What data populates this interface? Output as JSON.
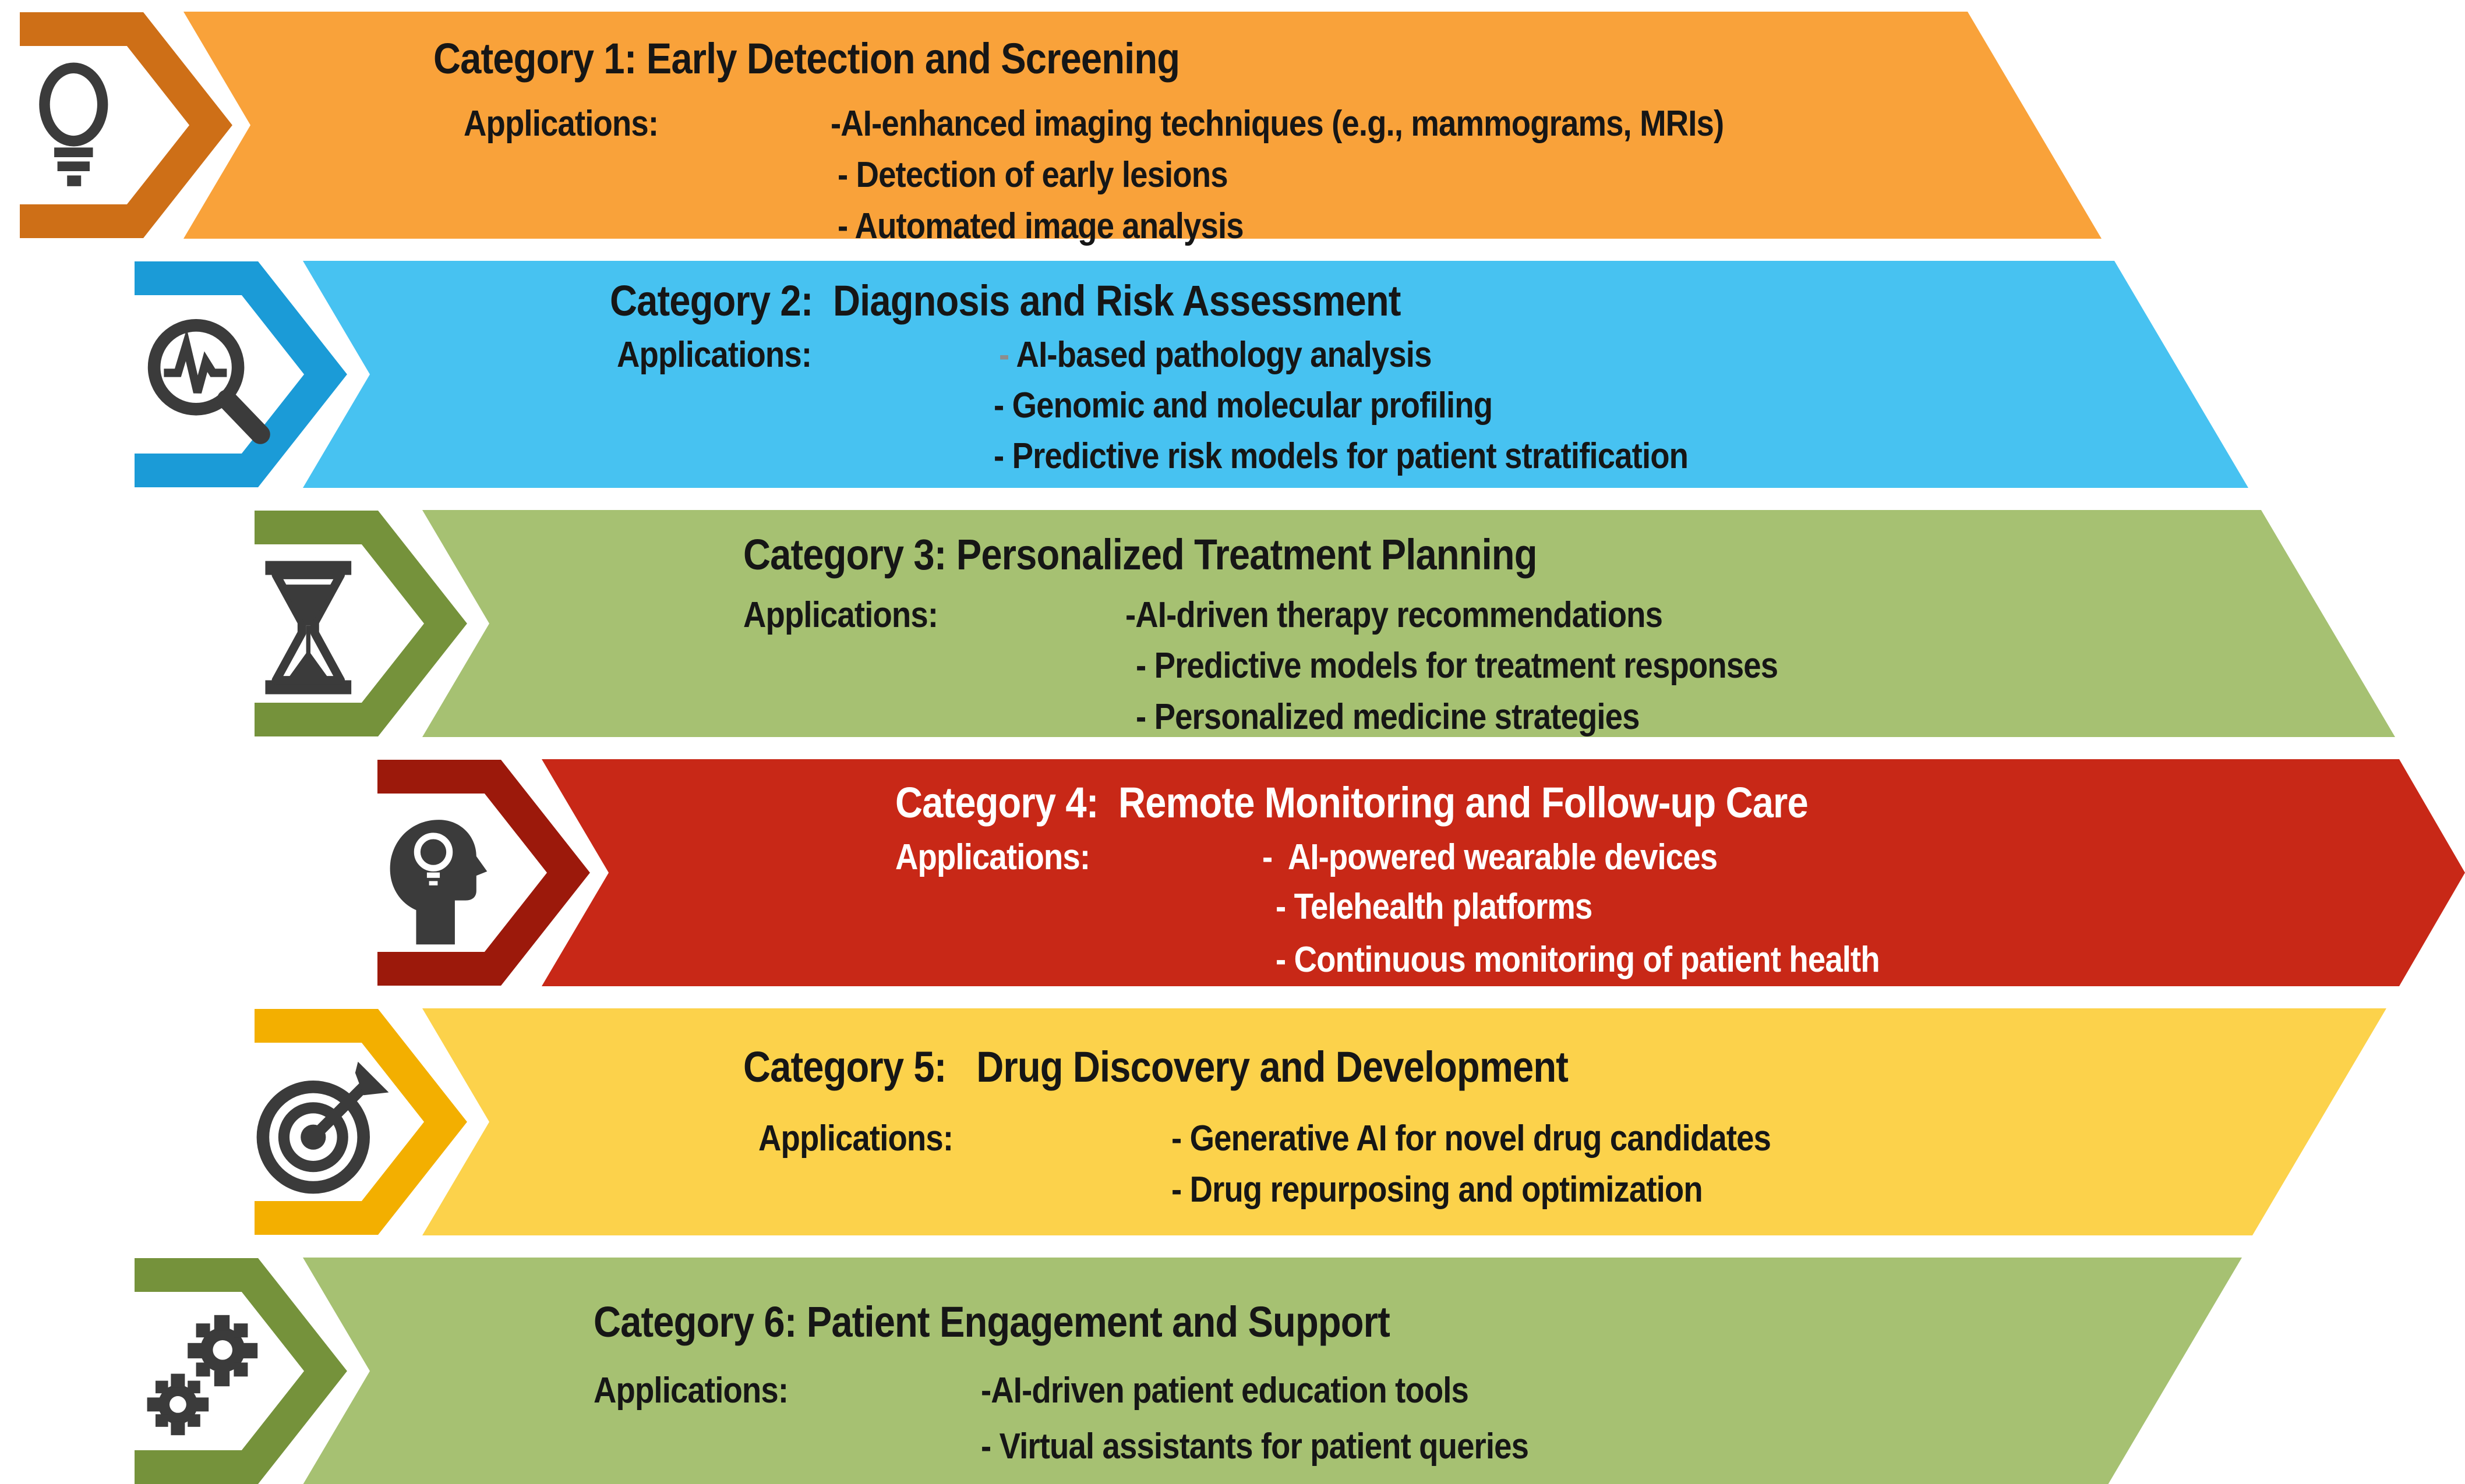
{
  "figure": {
    "type": "process-chevron-diagram",
    "icon_color": "#3b3b3b",
    "rows": [
      {
        "title": "Category 1: Early Detection and Screening",
        "applications_label": "Applications:",
        "bullets": [
          "-AI-enhanced imaging techniques (e.g., mammograms, MRIs)",
          "- Detection of early lesions",
          "- Automated image analysis"
        ],
        "icon": "lightbulb-icon",
        "banner_color": "#F9A23A",
        "accent_color": "#CE6F17",
        "text_color": "#161616"
      },
      {
        "title": "Category 2:  Diagnosis and Risk Assessment",
        "applications_label": "Applications:",
        "bullets": [
          "- AI-based pathology analysis",
          "- Genomic and molecular profiling",
          "- Predictive risk models for patient stratification"
        ],
        "icon": "magnifier-pulse-icon",
        "banner_color": "#47C2F1",
        "accent_color": "#1B9BD7",
        "text_color": "#161616"
      },
      {
        "title": "Category 3: Personalized Treatment Planning",
        "applications_label": "Applications:",
        "bullets": [
          "-AI-driven therapy recommendations",
          "- Predictive models for treatment responses",
          "- Personalized medicine strategies"
        ],
        "icon": "hourglass-icon",
        "banner_color": "#A6C172",
        "accent_color": "#75923B",
        "text_color": "#161616"
      },
      {
        "title": "Category 4:  Remote Monitoring and Follow-up Care",
        "applications_label": "Applications:",
        "bullets": [
          "-  AI-powered wearable devices",
          "- Telehealth platforms",
          "- Continuous monitoring of patient health"
        ],
        "icon": "head-lightbulb-icon",
        "banner_color": "#C82817",
        "accent_color": "#9C190B",
        "text_color": "#FFFFFF"
      },
      {
        "title": "Category 5:   Drug Discovery and Development",
        "applications_label": "Applications:",
        "bullets": [
          "- Generative AI for novel drug candidates",
          "- Drug repurposing and optimization"
        ],
        "icon": "target-dart-icon",
        "banner_color": "#FCD24B",
        "accent_color": "#F3AF00",
        "text_color": "#161616"
      },
      {
        "title": "Category 6: Patient Engagement and Support",
        "applications_label": "Applications:",
        "bullets": [
          "-AI-driven patient education tools",
          "- Virtual assistants for patient queries"
        ],
        "icon": "gears-icon",
        "banner_color": "#A6C172",
        "accent_color": "#75923B",
        "text_color": "#161616"
      }
    ]
  }
}
